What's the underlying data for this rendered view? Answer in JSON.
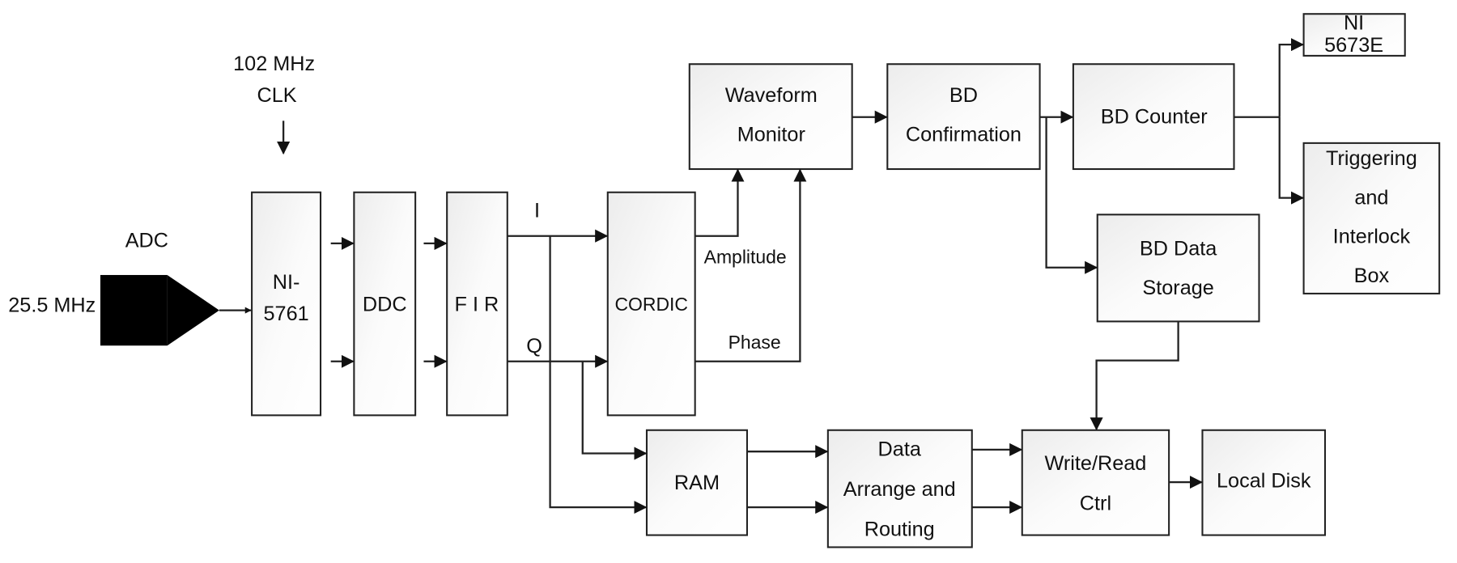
{
  "diagram": {
    "inputs": {
      "adc_label": "ADC",
      "adc_freq": "25.5 MHz",
      "clk_line1": "102 MHz",
      "clk_line2": "CLK"
    },
    "blocks": {
      "ni5761": [
        "NI-",
        "5761"
      ],
      "ddc": [
        "DDC"
      ],
      "fir": [
        "F I R"
      ],
      "cordic": [
        "CORDIC"
      ],
      "waveform_monitor": [
        "Waveform",
        "Monitor"
      ],
      "bd_confirmation": [
        "BD",
        "Confirmation"
      ],
      "bd_counter": [
        "BD Counter"
      ],
      "ni5673e": [
        "NI",
        "5673E"
      ],
      "triggering": [
        "Triggering",
        "and",
        "Interlock",
        "Box"
      ],
      "bd_data_storage": [
        "BD Data",
        "Storage"
      ],
      "ram": [
        "RAM"
      ],
      "data_arrange": [
        "Data",
        "Arrange and",
        "Routing"
      ],
      "write_read": [
        "Write/Read",
        "Ctrl"
      ],
      "local_disk": [
        "Local Disk"
      ]
    },
    "signal_labels": {
      "i": "I",
      "q": "Q",
      "amplitude": "Amplitude",
      "phase": "Phase"
    }
  }
}
